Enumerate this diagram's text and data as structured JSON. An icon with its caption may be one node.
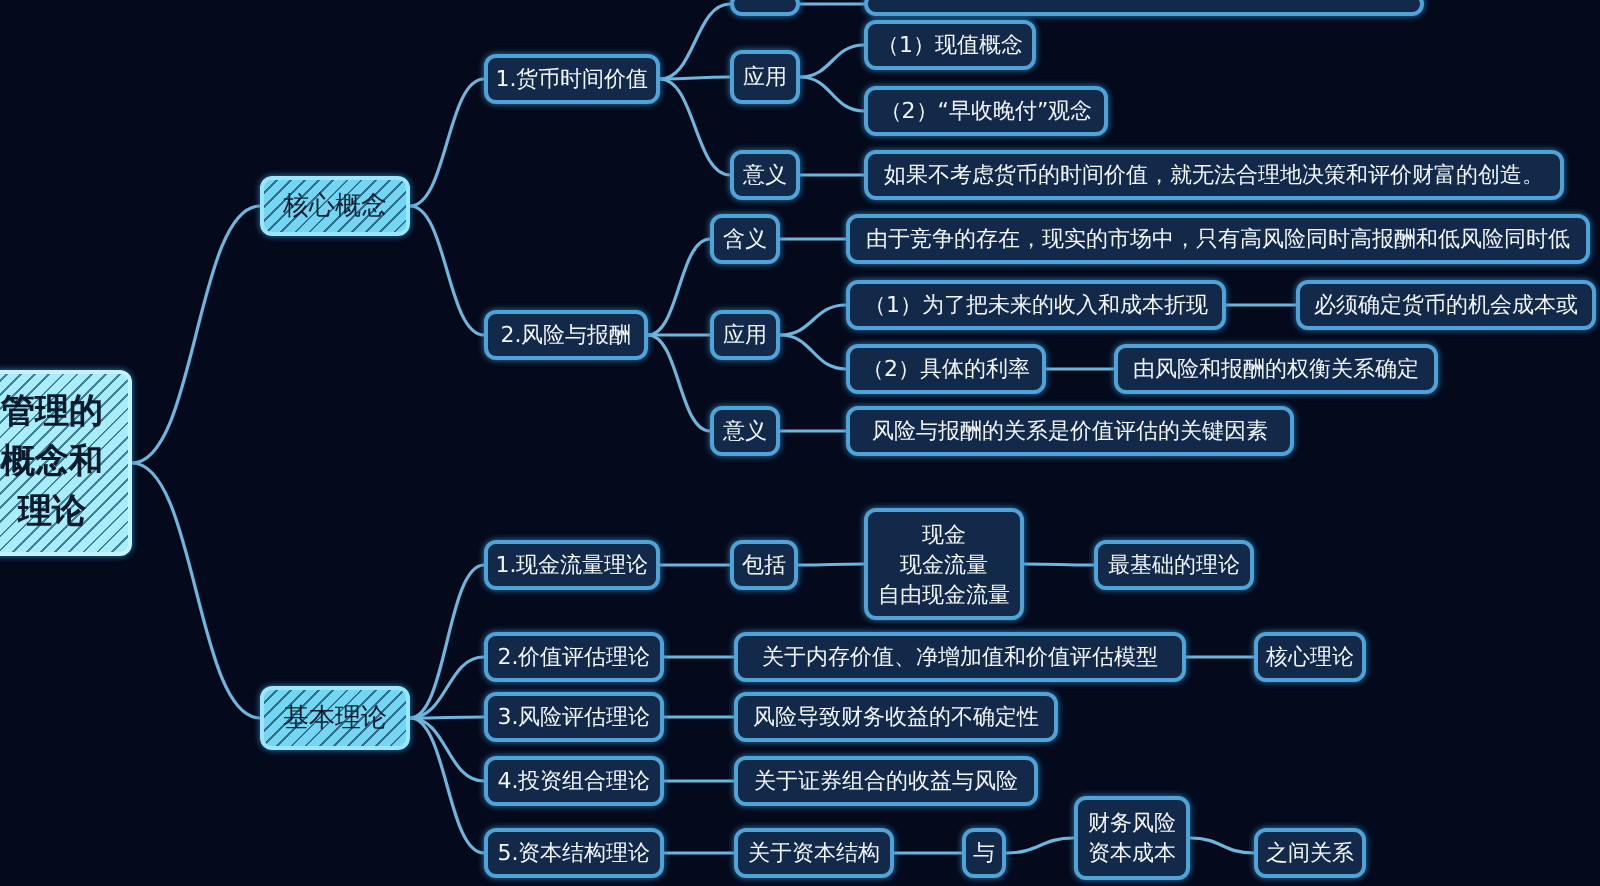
{
  "diagram": {
    "nodes": [
      {
        "text": [
          "管理的概念和理论"
        ]
      },
      {
        "text": [
          "核心概念"
        ]
      },
      {
        "text": [
          "基本理论"
        ]
      },
      {
        "text": [
          "1.货币时间价值"
        ]
      },
      {
        "text": [],
        "shape": "box"
      },
      {
        "text": [
          "应用"
        ]
      },
      {
        "text": [
          "意义"
        ]
      },
      {
        "text": [],
        "shape": "box"
      },
      {
        "text": [
          "（1）现值概念"
        ]
      },
      {
        "text": [
          "（2）“早收晚付”观念"
        ]
      },
      {
        "text": [
          "如果不考虑货币的时间价值，就无法合理地决策和评价财富的创造。"
        ]
      },
      {
        "text": [
          "2.风险与报酬"
        ]
      },
      {
        "text": [
          "含义"
        ]
      },
      {
        "text": [
          "应用"
        ]
      },
      {
        "text": [
          "意义"
        ]
      },
      {
        "text": [
          "由于竞争的存在，现实的市场中，只有高风险同时高报酬和低风险同时低"
        ]
      },
      {
        "text": [
          "（1）为了把未来的收入和成本折现"
        ]
      },
      {
        "text": [
          "必须确定货币的机会成本或"
        ]
      },
      {
        "text": [
          "（2）具体的利率"
        ]
      },
      {
        "text": [
          "由风险和报酬的权衡关系确定"
        ]
      },
      {
        "text": [
          "风险与报酬的关系是价值评估的关键因素"
        ]
      },
      {
        "text": [
          "1.现金流量理论"
        ]
      },
      {
        "text": [
          "包括"
        ]
      },
      {
        "text": [
          "现金",
          "现金流量",
          "自由现金流量"
        ]
      },
      {
        "text": [
          "最基础的理论"
        ]
      },
      {
        "text": [
          "2.价值评估理论"
        ]
      },
      {
        "text": [
          "关于内存价值、净增加值和价值评估模型"
        ]
      },
      {
        "text": [
          "核心理论"
        ]
      },
      {
        "text": [
          "3.风险评估理论"
        ]
      },
      {
        "text": [
          "风险导致财务收益的不确定性"
        ]
      },
      {
        "text": [
          "4.投资组合理论"
        ]
      },
      {
        "text": [
          "关于证券组合的收益与风险"
        ]
      },
      {
        "text": [
          "5.资本结构理论"
        ]
      },
      {
        "text": [
          "关于资本结构"
        ]
      },
      {
        "text": [
          "与"
        ]
      },
      {
        "text": [
          "财务风险",
          "资本成本"
        ]
      },
      {
        "text": [
          "之间关系"
        ]
      }
    ],
    "edges": [
      {
        "from": 0,
        "to": 1,
        "arrow": "none"
      },
      {
        "from": 0,
        "to": 2,
        "arrow": "none"
      },
      {
        "from": 1,
        "to": 3,
        "arrow": "none"
      },
      {
        "from": 1,
        "to": 11,
        "arrow": "none"
      },
      {
        "from": 3,
        "to": 4,
        "arrow": "none"
      },
      {
        "from": 3,
        "to": 5,
        "arrow": "none"
      },
      {
        "from": 3,
        "to": 6,
        "arrow": "none"
      },
      {
        "from": 4,
        "to": 7,
        "arrow": "none"
      },
      {
        "from": 5,
        "to": 8,
        "arrow": "none"
      },
      {
        "from": 5,
        "to": 9,
        "arrow": "none"
      },
      {
        "from": 6,
        "to": 10,
        "arrow": "none"
      },
      {
        "from": 11,
        "to": 12,
        "arrow": "none"
      },
      {
        "from": 11,
        "to": 13,
        "arrow": "none"
      },
      {
        "from": 11,
        "to": 14,
        "arrow": "none"
      },
      {
        "from": 12,
        "to": 15,
        "arrow": "none"
      },
      {
        "from": 13,
        "to": 16,
        "arrow": "none"
      },
      {
        "from": 13,
        "to": 18,
        "arrow": "none"
      },
      {
        "from": 16,
        "to": 17,
        "arrow": "none"
      },
      {
        "from": 18,
        "to": 19,
        "arrow": "none"
      },
      {
        "from": 14,
        "to": 20,
        "arrow": "none"
      },
      {
        "from": 2,
        "to": 21,
        "arrow": "none"
      },
      {
        "from": 2,
        "to": 25,
        "arrow": "none"
      },
      {
        "from": 2,
        "to": 28,
        "arrow": "none"
      },
      {
        "from": 2,
        "to": 30,
        "arrow": "none"
      },
      {
        "from": 2,
        "to": 32,
        "arrow": "none"
      },
      {
        "from": 21,
        "to": 22,
        "arrow": "none"
      },
      {
        "from": 22,
        "to": 23,
        "arrow": "none"
      },
      {
        "from": 23,
        "to": 24,
        "arrow": "none"
      },
      {
        "from": 25,
        "to": 26,
        "arrow": "none"
      },
      {
        "from": 26,
        "to": 27,
        "arrow": "none"
      },
      {
        "from": 28,
        "to": 29,
        "arrow": "none"
      },
      {
        "from": 30,
        "to": 31,
        "arrow": "none"
      },
      {
        "from": 32,
        "to": 33,
        "arrow": "none"
      },
      {
        "from": 33,
        "to": 34,
        "arrow": "none"
      },
      {
        "from": 34,
        "to": 35,
        "arrow": "none"
      },
      {
        "from": 35,
        "to": 36,
        "arrow": "none"
      }
    ]
  }
}
